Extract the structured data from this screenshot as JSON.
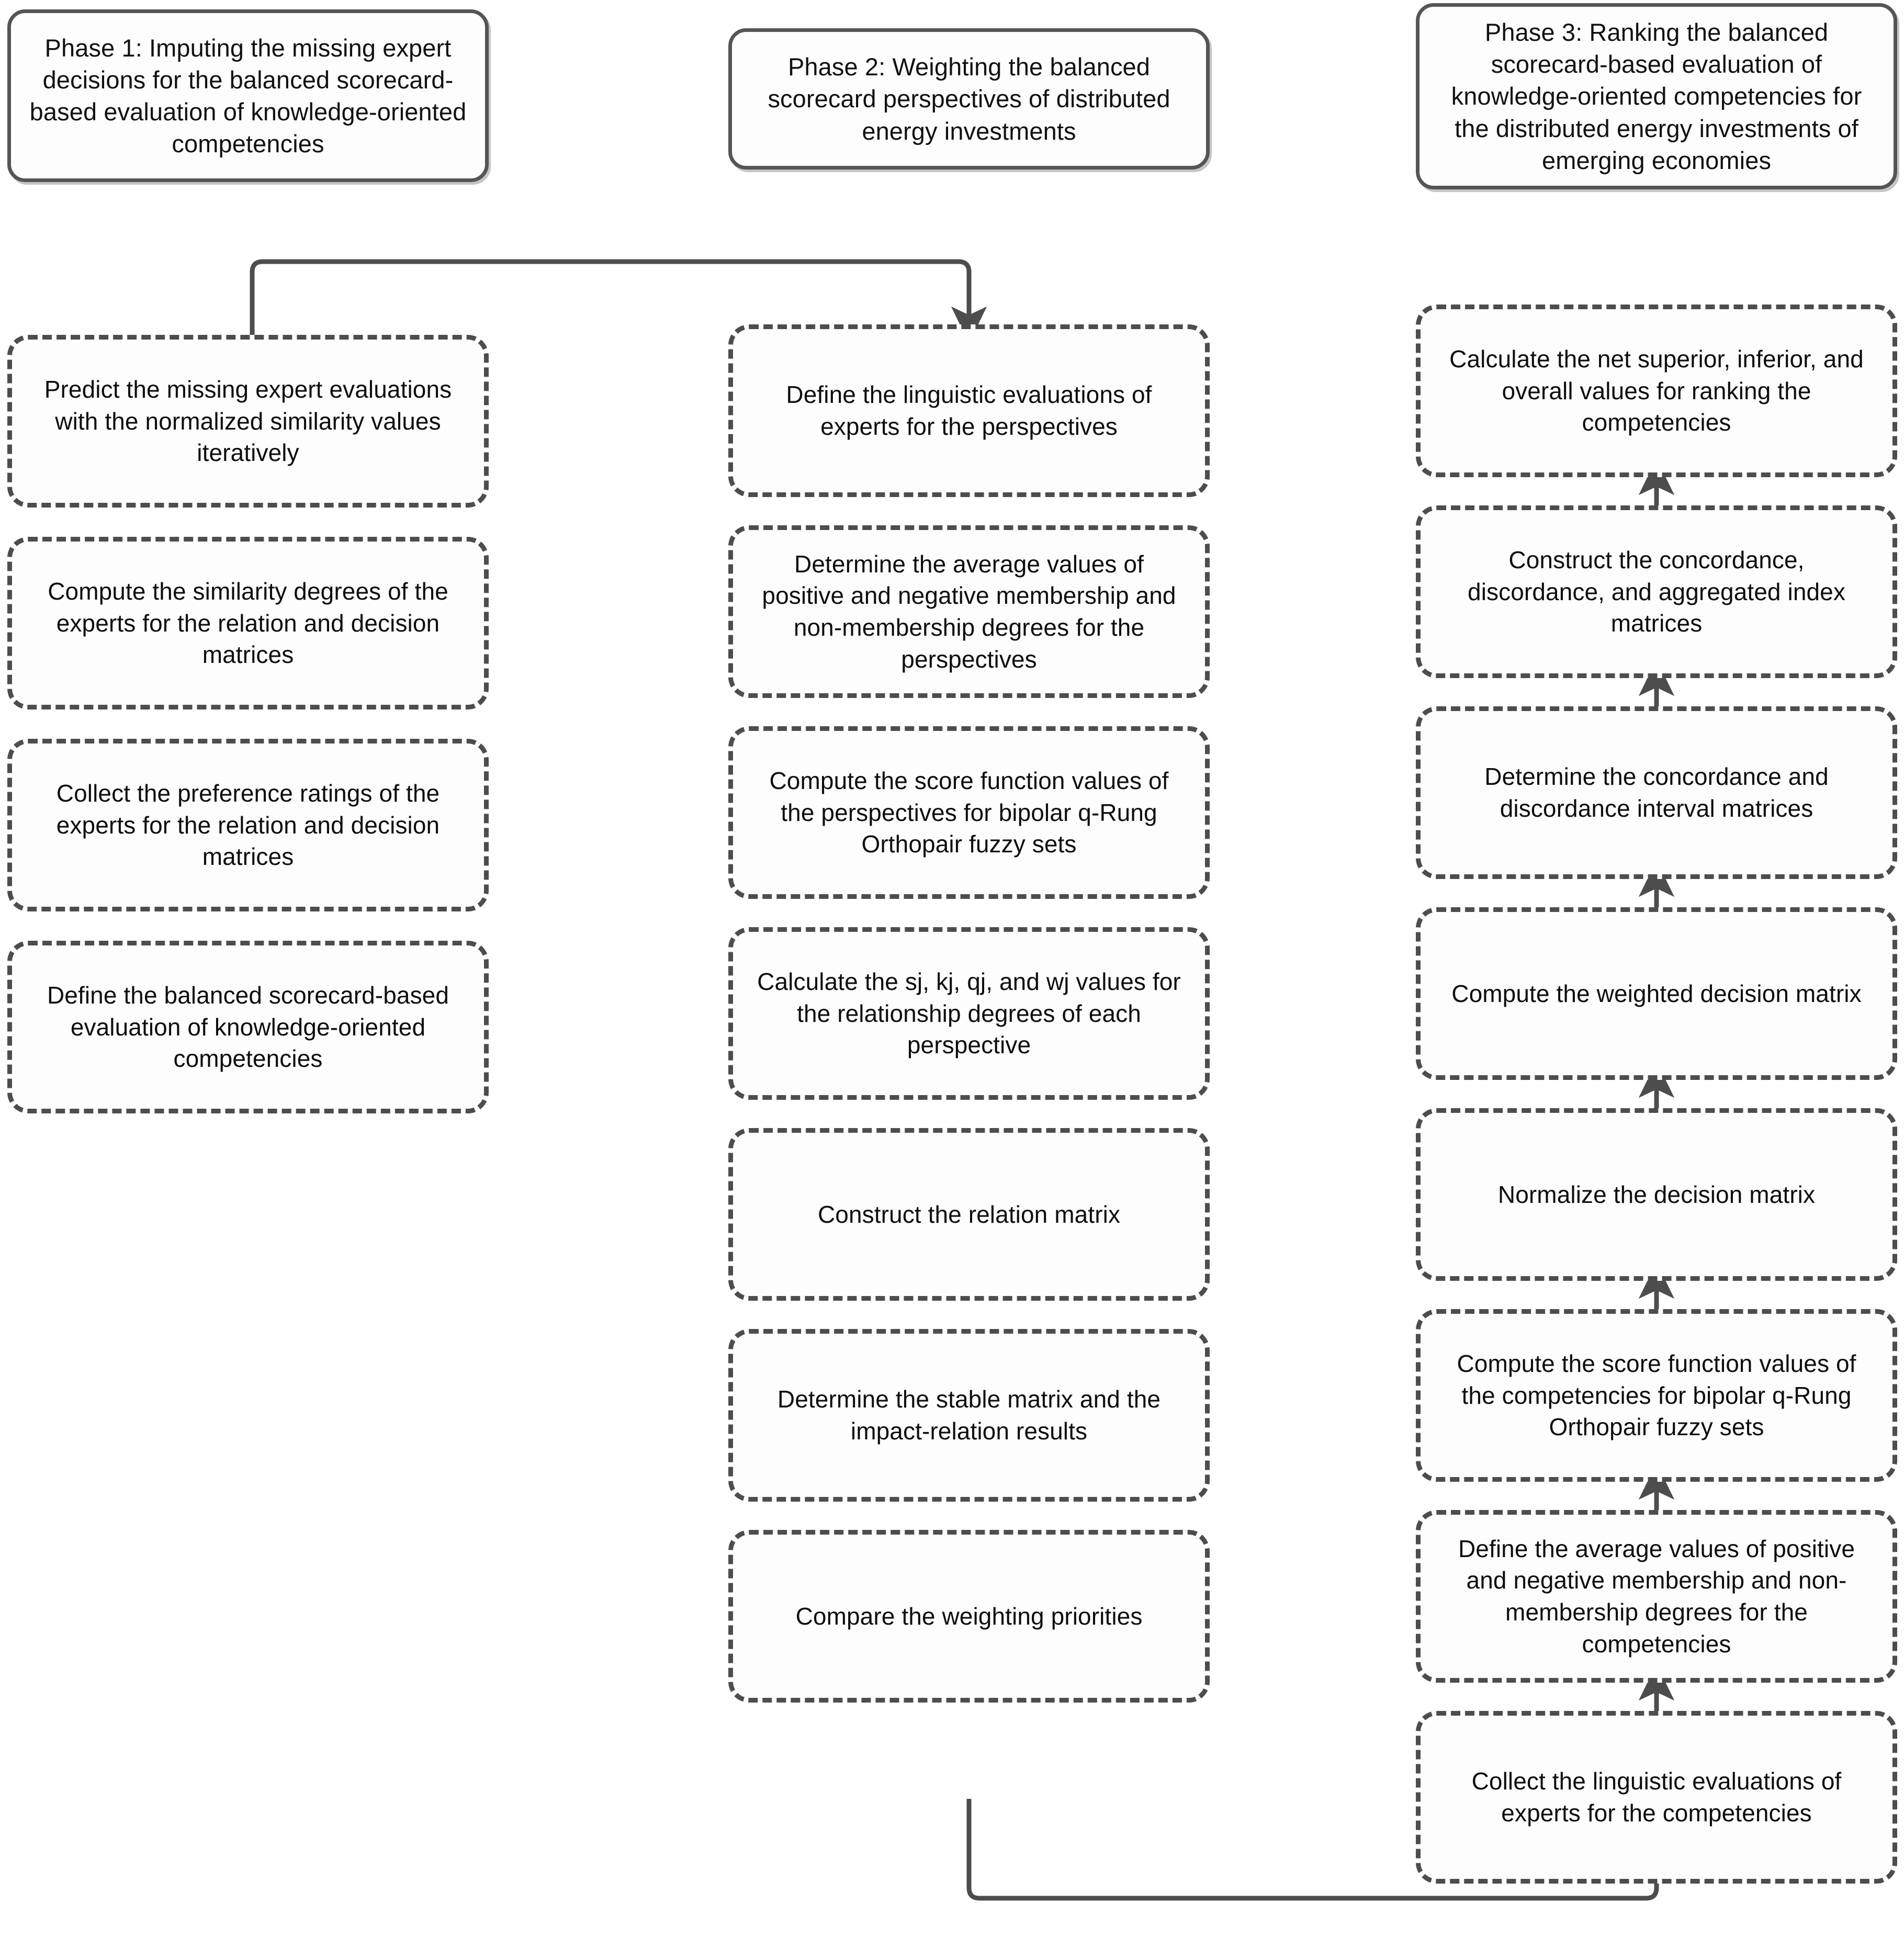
{
  "diagram": {
    "title": "Three-phase methodology flowchart",
    "line_color": "#4d4d4d",
    "box_fill": "#fdfdfd",
    "text_color": "#0d0d0d"
  },
  "phases": [
    {
      "id": "phase-1",
      "header": "Phase 1: Imputing the missing expert decisions for the balanced scorecard-based evaluation of knowledge-oriented competencies",
      "flow_direction": "bottom-to-top",
      "steps": [
        "Predict the missing expert evaluations with the normalized similarity values iteratively",
        "Compute the similarity degrees of the experts for the relation and decision matrices",
        "Collect the preference ratings of the experts for the relation and decision matrices",
        "Define the balanced scorecard-based evaluation of knowledge-oriented competencies"
      ]
    },
    {
      "id": "phase-2",
      "header": "Phase 2: Weighting the balanced scorecard perspectives of distributed energy investments",
      "flow_direction": "top-to-bottom",
      "steps": [
        "Define the linguistic evaluations of experts for the perspectives",
        "Determine the average values of positive and negative membership and non-membership degrees for the perspectives",
        "Compute the score function values of the perspectives for bipolar q-Rung Orthopair fuzzy sets",
        "Calculate the sj, kj, qj, and wj values for the relationship degrees of each perspective",
        "Construct the relation matrix",
        "Determine the stable matrix and the impact-relation results",
        "Compare the weighting priorities"
      ]
    },
    {
      "id": "phase-3",
      "header": "Phase 3: Ranking the balanced scorecard-based evaluation of knowledge-oriented competencies for the distributed energy investments of emerging economies",
      "flow_direction": "bottom-to-top",
      "steps": [
        "Calculate the net superior, inferior, and overall values for ranking the competencies",
        "Construct the concordance, discordance, and aggregated index matrices",
        "Determine the concordance and discordance interval matrices",
        "Compute the weighted decision matrix",
        "Normalize the decision matrix",
        "Compute the score function values of the competencies for bipolar q-Rung Orthopair fuzzy sets",
        "Define the average values of positive and negative membership and non-membership degrees for the competencies",
        "Collect the linguistic evaluations of experts for the competencies"
      ]
    }
  ],
  "cross_connectors": [
    {
      "id": "phase1-to-phase2",
      "from": "phase-1 top step",
      "to": "phase-2 first step",
      "style": "orthogonal-solid-with-arrowhead"
    },
    {
      "id": "phase2-to-phase3",
      "from": "phase-2 last step",
      "to": "phase-3 last step",
      "style": "orthogonal-solid-with-arrowhead"
    }
  ]
}
